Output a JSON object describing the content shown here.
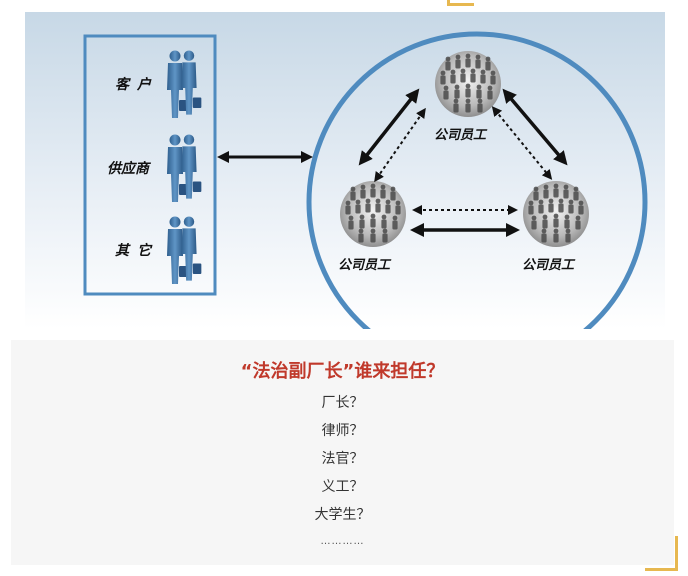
{
  "diagram": {
    "left_labels": [
      "客户",
      "供应商",
      "其它"
    ],
    "employee_label": "公司员工",
    "colors": {
      "frame_blue": "#4f8bbf",
      "arrow": "#111111",
      "gradient_top": "#c7d8e6"
    },
    "icons": {
      "business_pair": "two-businessmen-with-briefcases-icon",
      "crowd": "crowd-of-people-icon"
    }
  },
  "article": {
    "heading": "“法治副厂长”谁来担任？",
    "lines": [
      "厂长？",
      "律师？",
      "法官？",
      "义工？",
      "大学生？"
    ],
    "ellipsis": "…………"
  }
}
